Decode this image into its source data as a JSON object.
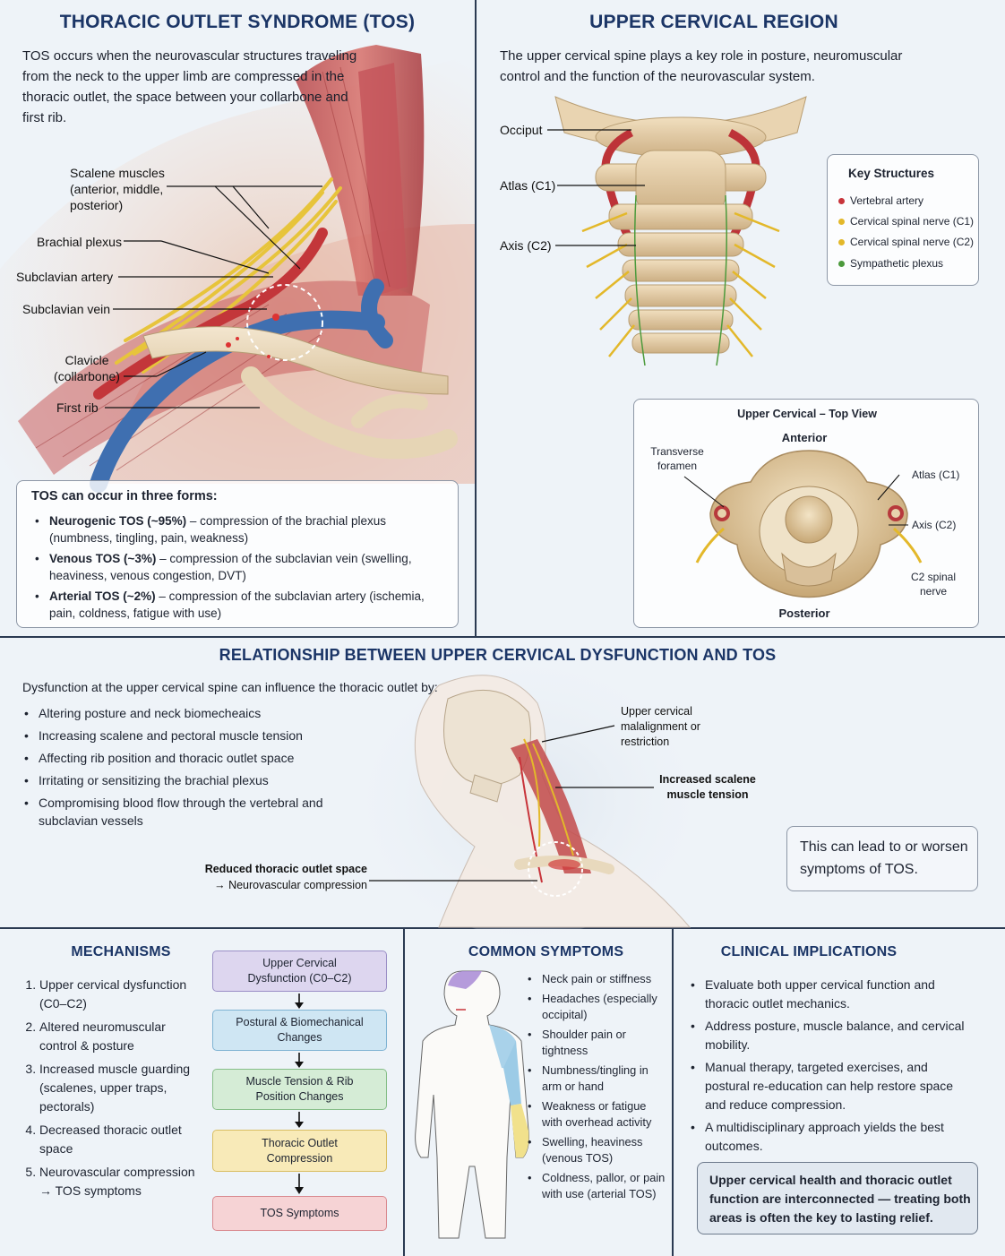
{
  "tos": {
    "title": "THORACIC OUTLET SYNDROME (TOS)",
    "intro": "TOS occurs when the neurovascular structures traveling from the neck to the upper limb are compressed in the thoracic outlet, the space between your collarbone and first rib.",
    "labels": {
      "scalene": "Scalene muscles (anterior, middle, posterior)",
      "brachial": "Brachial plexus",
      "artery": "Subclavian artery",
      "vein": "Subclavian vein",
      "clavicle": "Clavicle (collarbone)",
      "rib": "First rib"
    },
    "forms_title": "TOS can occur in three forms:",
    "forms": [
      {
        "name": "Neurogenic TOS (~95%)",
        "desc": " – compression of the brachial plexus (numbness, tingling, pain, weakness)"
      },
      {
        "name": "Venous TOS (~3%)",
        "desc": " – compression of the subclavian vein (swelling, heaviness, venous congestion, DVT)"
      },
      {
        "name": "Arterial TOS (~2%)",
        "desc": " – compression of the subclavian artery (ischemia, pain, coldness, fatigue with use)"
      }
    ]
  },
  "ucr": {
    "title": "UPPER CERVICAL REGION",
    "intro": "The upper cervical spine plays a key role in posture, neuromuscular control and the function of the neurovascular system.",
    "labels": {
      "occiput": "Occiput",
      "atlas": "Atlas (C1)",
      "axis": "Axis (C2)"
    },
    "key_title": "Key Structures",
    "key": [
      {
        "label": "Vertebral artery",
        "color": "#c8343a"
      },
      {
        "label": "Cervical spinal nerve (C1)",
        "color": "#e3b82a"
      },
      {
        "label": "Cervical spinal nerve (C2)",
        "color": "#e3b82a"
      },
      {
        "label": "Sympathetic plexus",
        "color": "#4c9a3c"
      }
    ],
    "top_view": {
      "title": "Upper Cervical – Top View",
      "anterior": "Anterior",
      "posterior": "Posterior",
      "foramen": "Transverse foramen",
      "atlas": "Atlas (C1)",
      "axis": "Axis (C2)",
      "nerve": "C2 spinal nerve"
    }
  },
  "relationship": {
    "title": "RELATIONSHIP BETWEEN UPPER CERVICAL DYSFUNCTION AND TOS",
    "intro": "Dysfunction at the upper cervical spine can influence the thoracic outlet by:",
    "bullets": [
      "Altering posture and neck biomecheaics",
      "Increasing scalene and pectoral muscle tension",
      "Affecting rib position and thoracic outlet space",
      "Irritating or sensitizing the brachial plexus",
      "Compromising blood flow through the vertebral and subclavian vessels"
    ],
    "label_malalign": "Upper cervical malalignment or restriction",
    "label_scalene": "Increased scalene muscle tension",
    "label_reduced_1": "Reduced thoracic outlet space",
    "label_reduced_2": "→ Neurovascular compression",
    "note": "This can lead to or worsen symptoms of TOS."
  },
  "mechanisms": {
    "title": "MECHANISMS",
    "items": [
      "Upper cervical dysfunction (C0–C2)",
      "Altered neuromuscular control & posture",
      "Increased muscle guarding (scalenes, upper traps, pectorals)",
      "Decreased thoracic outlet space",
      "Neurovascular compression → TOS symptoms"
    ],
    "flow": [
      {
        "label": "Upper Cervical Dysfunction (C0–C2)",
        "bg": "#ddd6ef",
        "border": "#9b8fc6"
      },
      {
        "label": "Postural & Biomechanical Changes",
        "bg": "#cfe6f3",
        "border": "#7fb3d3"
      },
      {
        "label": "Muscle Tension & Rib Position Changes",
        "bg": "#d5ecd6",
        "border": "#86be88"
      },
      {
        "label": "Thoracic Outlet Compression",
        "bg": "#f8eab8",
        "border": "#d9be62"
      },
      {
        "label": "TOS Symptoms",
        "bg": "#f6d3d5",
        "border": "#d98a90"
      }
    ]
  },
  "symptoms": {
    "title": "COMMON SYMPTOMS",
    "items": [
      "Neck pain or stiffness",
      "Headaches (especially occipital)",
      "Shoulder pain or tightness",
      "Numbness/tingling in arm or hand",
      "Weakness or fatigue with overhead activity",
      "Swelling, heaviness (venous TOS)",
      "Coldness, pallor, or pain with use (arterial TOS)"
    ]
  },
  "clinical": {
    "title": "CLINICAL IMPLICATIONS",
    "items": [
      "Evaluate both upper cervical function and thoracic outlet mechanics.",
      "Address posture, muscle balance, and cervical mobility.",
      "Manual therapy, targeted exercises, and postural re-education can help restore space and reduce compression.",
      "A multidisciplinary approach yields the best outcomes."
    ],
    "summary": "Upper cervical health and thoracic outlet function are interconnected — treating both areas is often the key to lasting relief."
  }
}
